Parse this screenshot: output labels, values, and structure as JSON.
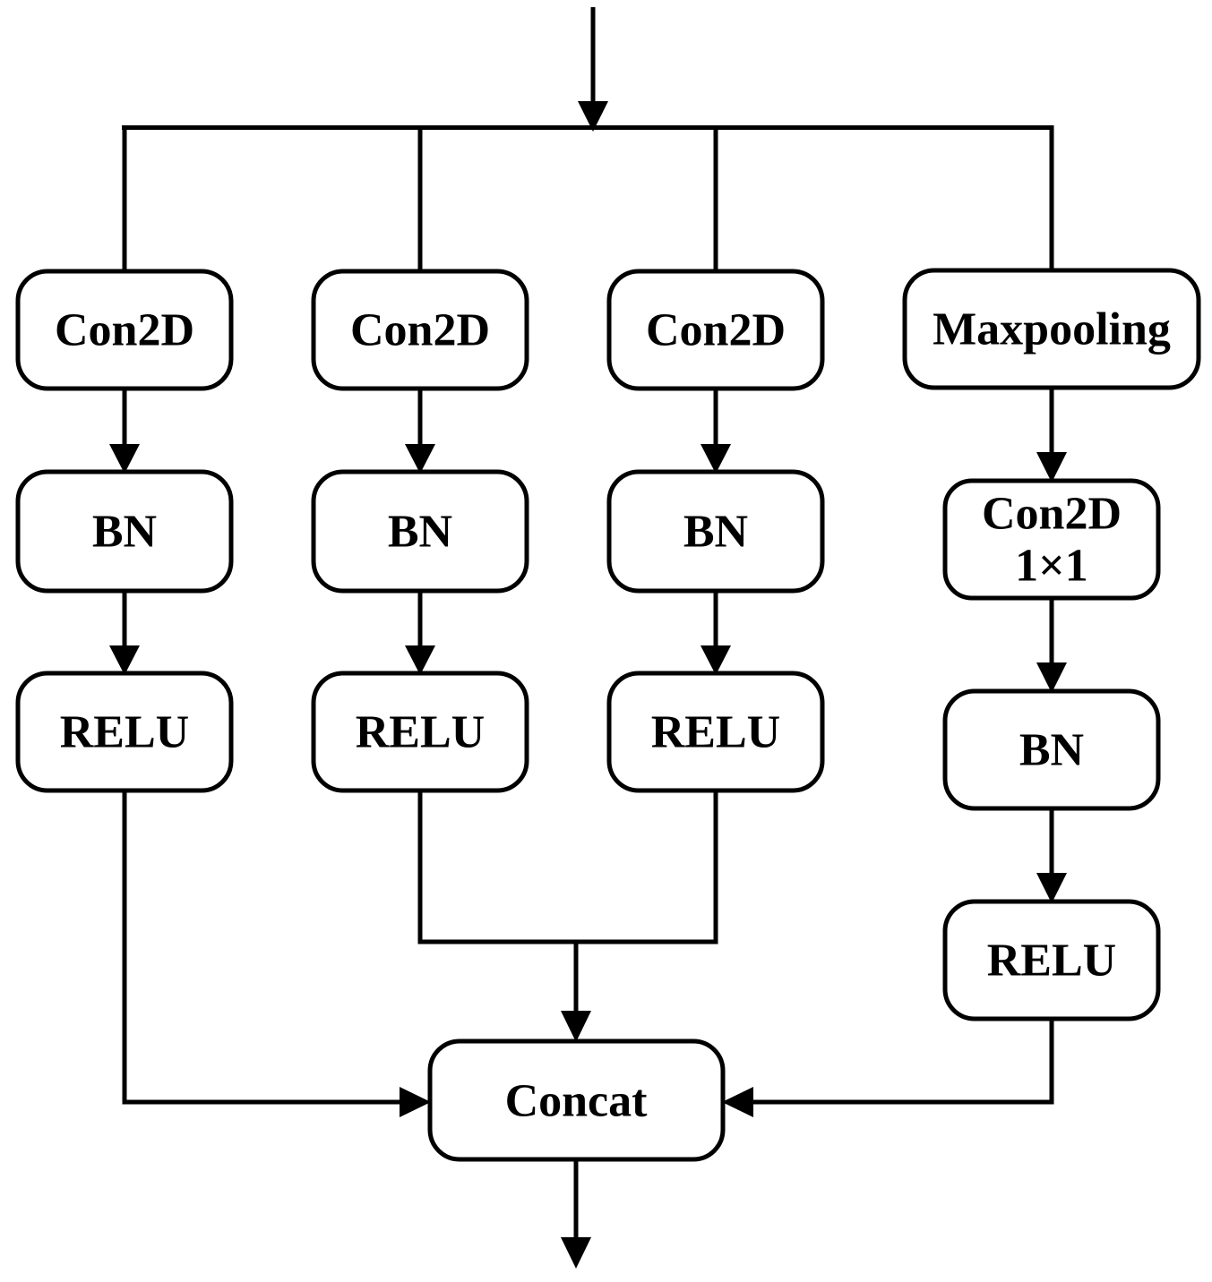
{
  "diagram": {
    "type": "flowchart",
    "description": "Inception-style convolution block with four parallel branches merged by concatenation",
    "colors": {
      "ink": "#000000",
      "background": "#ffffff"
    },
    "nodes": {
      "b1_conv": "Con2D",
      "b2_conv": "Con2D",
      "b3_conv": "Con2D",
      "b4_pool": "Maxpooling",
      "b1_bn": "BN",
      "b2_bn": "BN",
      "b3_bn": "BN",
      "b4_conv_line1": "Con2D",
      "b4_conv_line2": "1×1",
      "b1_relu": "RELU",
      "b2_relu": "RELU",
      "b3_relu": "RELU",
      "b4_bn": "BN",
      "b4_relu": "RELU",
      "concat": "Concat"
    },
    "edges": [
      "input -> split",
      "split -> b1_conv",
      "split -> b2_conv",
      "split -> b3_conv",
      "split -> b4_pool",
      "b1_conv -> b1_bn",
      "b1_bn -> b1_relu",
      "b1_relu -> concat",
      "b2_conv -> b2_bn",
      "b2_bn -> b2_relu",
      "b2_relu -> concat",
      "b3_conv -> b3_bn",
      "b3_bn -> b3_relu",
      "b3_relu -> concat",
      "b4_pool -> b4_conv",
      "b4_conv -> b4_bn",
      "b4_bn -> b4_relu",
      "b4_relu -> concat",
      "concat -> output"
    ]
  }
}
